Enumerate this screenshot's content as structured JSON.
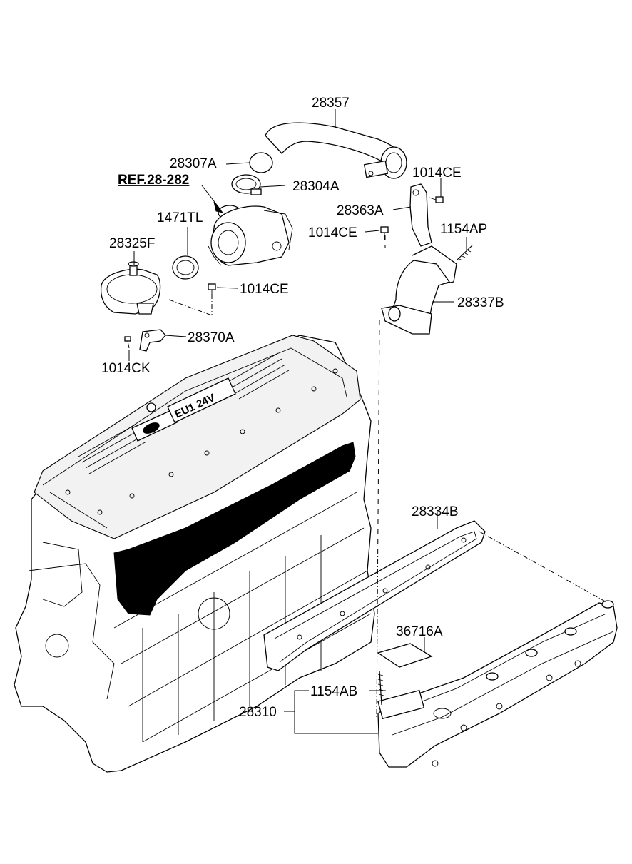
{
  "diagram": {
    "labels": {
      "p28357": "28357",
      "p28307A": "28307A",
      "ref28282": "REF.28-282",
      "p28304A": "28304A",
      "p1014CE_top": "1014CE",
      "p28363A": "28363A",
      "p1471TL": "1471TL",
      "p1014CE_mid": "1014CE",
      "p1154AP": "1154AP",
      "p28325F": "28325F",
      "p1014CE_left": "1014CE",
      "p28337B": "28337B",
      "p28370A": "28370A",
      "p1014CK": "1014CK",
      "p28334B": "28334B",
      "p36716A": "36716A",
      "p1154AB": "1154AB",
      "p28310": "28310"
    },
    "engine_cover_text": "EU1 24V",
    "colors": {
      "line": "#000000",
      "background": "#ffffff",
      "gasket": "#000000"
    }
  }
}
